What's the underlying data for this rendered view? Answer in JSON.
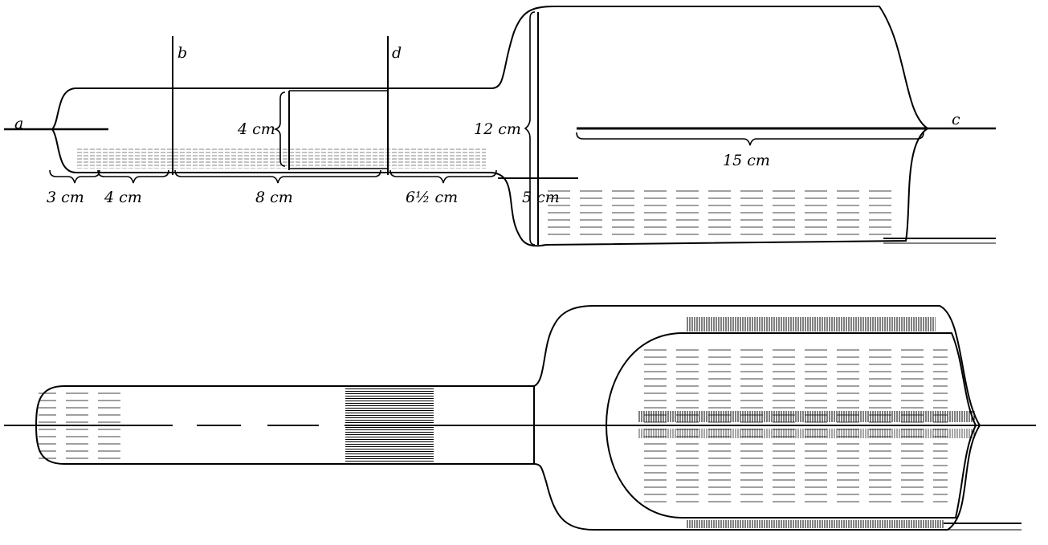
{
  "figure_top": {
    "points": {
      "a": "a",
      "b": "b",
      "c": "c",
      "d": "d"
    },
    "dimensions": {
      "seg1": "3 cm",
      "seg2": "4 cm",
      "seg3": "8 cm",
      "seg4": "6½ cm",
      "seg5": "5 cm",
      "small_diameter": "4 cm",
      "large_diameter": "12 cm",
      "inner_length": "15 cm"
    }
  },
  "colors": {
    "ink": "#000000",
    "background": "#ffffff"
  }
}
